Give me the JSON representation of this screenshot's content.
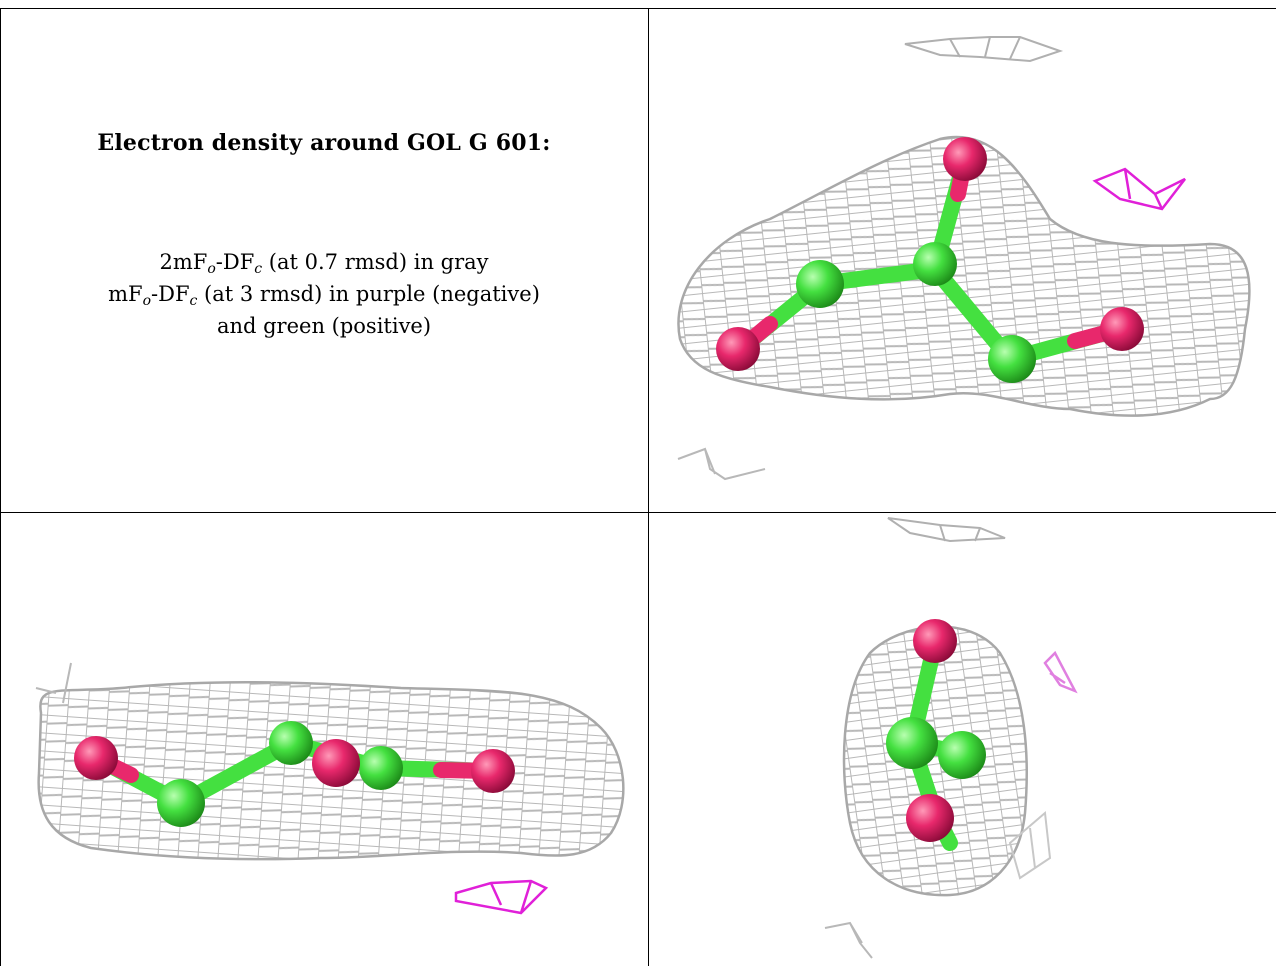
{
  "caption": {
    "title": "Electron density around GOL G 601:",
    "line1": {
      "pre": "2mF",
      "sub1": "o",
      "mid": "-DF",
      "sub2": "c",
      "post": " (at 0.7 rmsd) in gray"
    },
    "line2": {
      "pre": "mF",
      "sub1": "o",
      "mid": "-DF",
      "sub2": "c",
      "post": " (at 3 rmsd) in purple (negative)"
    },
    "line3": "and green (positive)"
  },
  "colors": {
    "mesh_gray": "#b8b8b8",
    "negative_purple": "#e020d8",
    "carbon_green": "#44e040",
    "oxygen_red": "#e8286c"
  }
}
